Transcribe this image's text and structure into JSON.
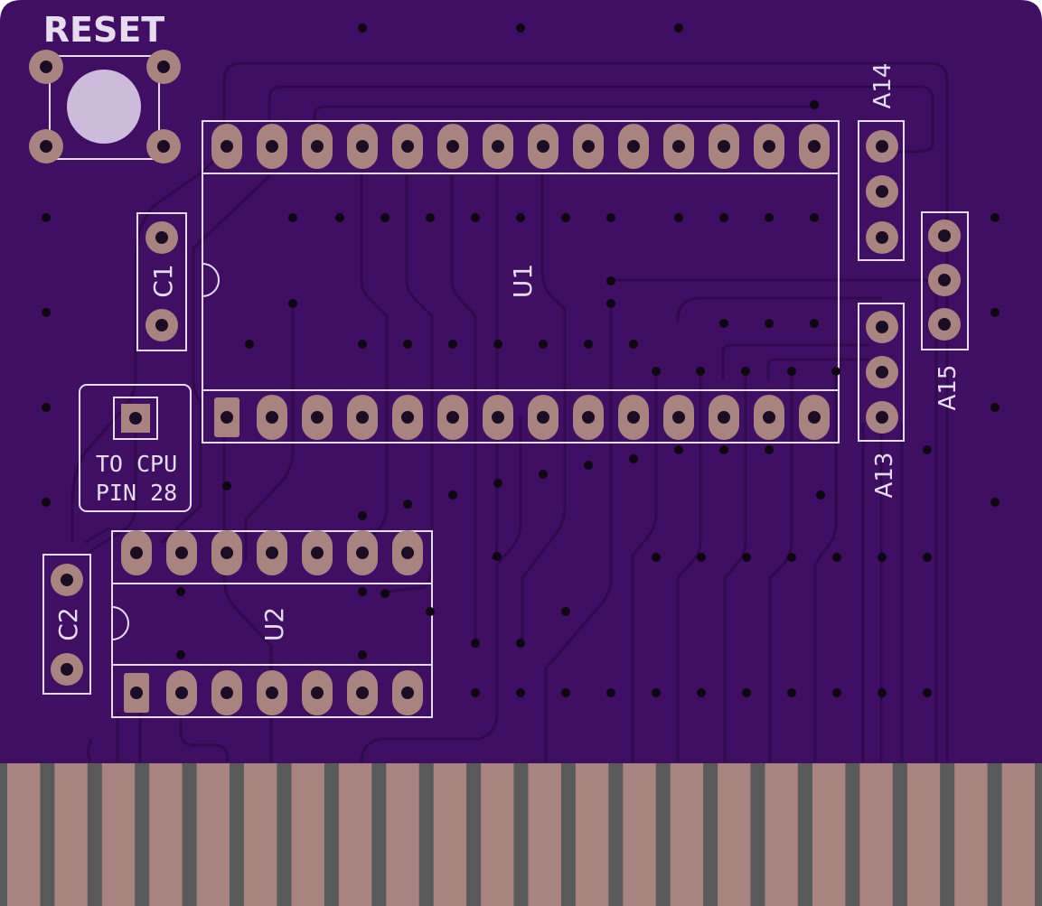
{
  "colors": {
    "board": "#3f0f63",
    "board_edge": "#2a083f",
    "trace": "#2f0a4c",
    "pad": "#a7847f",
    "pad_hole": "#1b0e24",
    "silkscreen": "#e6dcef",
    "edge_gap": "#5a5a5a",
    "via": "#0d0712",
    "button_cap": "#cdbbdc"
  },
  "labels": {
    "reset": "RESET",
    "u1": "U1",
    "u2": "U2",
    "c1": "C1",
    "c2": "C2",
    "a13": "A13",
    "a14": "A14",
    "a15": "A15",
    "to_cpu_line1": "TO CPU",
    "to_cpu_line2": "PIN 28"
  },
  "components": {
    "u1": {
      "pins": 28,
      "rows": 2,
      "pins_per_row": 14
    },
    "u2": {
      "pins": 14,
      "rows": 2,
      "pins_per_row": 7
    },
    "edge_connector": {
      "fingers": 22
    }
  }
}
